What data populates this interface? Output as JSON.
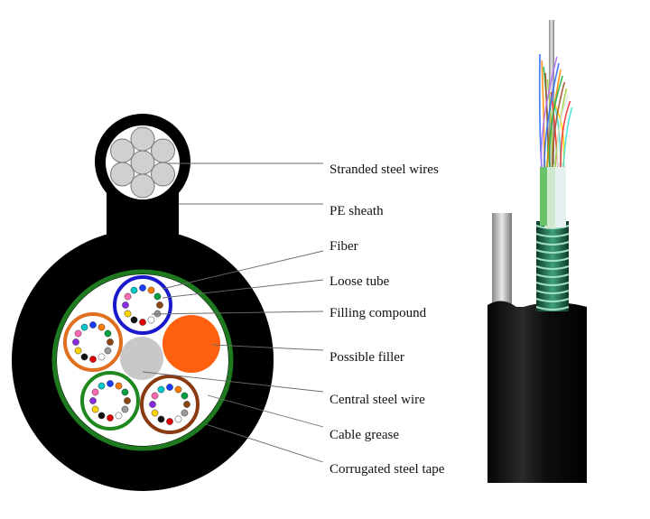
{
  "labels": {
    "stranded_steel_wires": "Stranded steel wires",
    "pe_sheath": "PE sheath",
    "fiber": "Fiber",
    "loose_tube": "Loose tube",
    "filling_compound": "Filling compound",
    "possible_filler": "Possible filler",
    "central_steel_wire": "Central steel wire",
    "cable_grease": "Cable grease",
    "corrugated_steel_tape": "Corrugated steel tape"
  },
  "colors": {
    "sheath": "#000000",
    "steel_tape": "#1e7a1e",
    "tube_blue": "#1a1acc",
    "tube_orange": "#e07020",
    "tube_green": "#1e8a1e",
    "tube_brown": "#8a3a10",
    "filler": "#ff6010",
    "central_wire": "#c8c8c8",
    "fiber_palette": [
      "#1a3cff",
      "#ff7a00",
      "#00a040",
      "#8b4513",
      "#9a9a9a",
      "#ffffff",
      "#e00000",
      "#111111",
      "#ffd400",
      "#8a2be2",
      "#ff69b4",
      "#00c8c8"
    ]
  },
  "photo": {
    "icon": "cable-photo-icon"
  }
}
